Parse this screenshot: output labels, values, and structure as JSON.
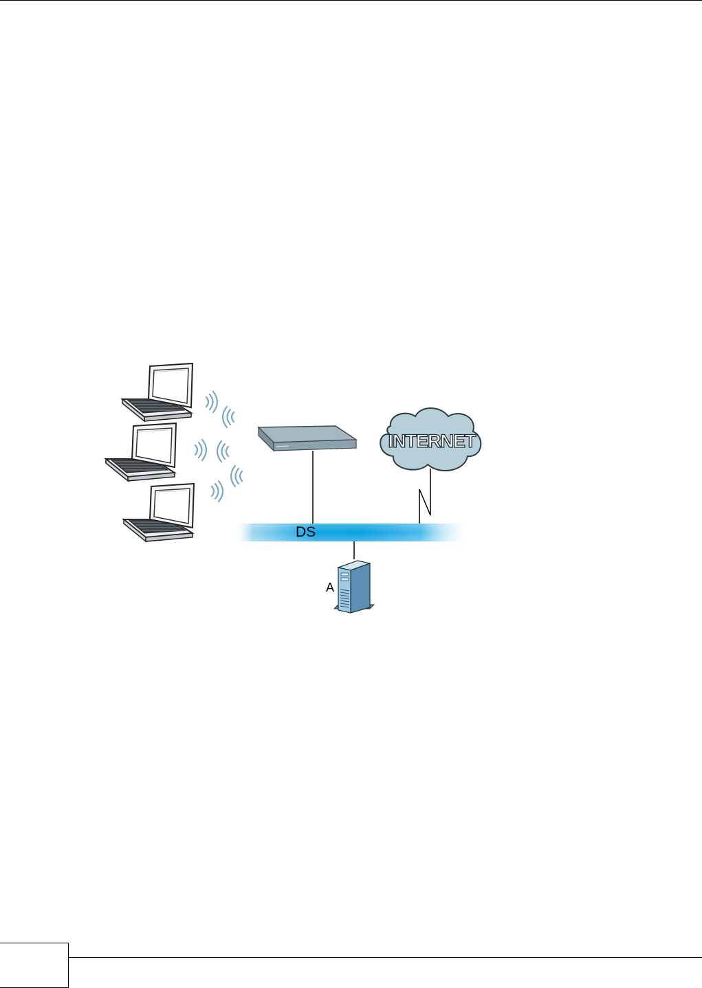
{
  "diagram": {
    "bus_label": "DS",
    "server_label": "A",
    "cloud_label": "INTERNET",
    "colors": {
      "bus": "#0aa0e0",
      "cloud": "#b7cfd9",
      "router": "#8ea2ae",
      "server": "#7fb8dc",
      "signal": "#7aa9c0"
    },
    "icons": [
      "laptop-icon",
      "wireless-signal-icon",
      "router-icon",
      "internet-cloud-icon",
      "server-icon"
    ]
  }
}
